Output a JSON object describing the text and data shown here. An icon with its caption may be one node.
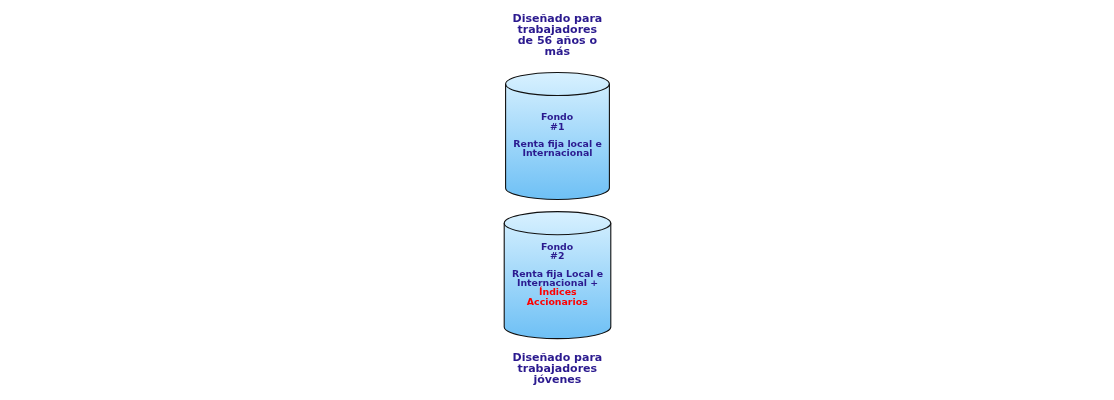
{
  "diagram": {
    "nodes": [
      {
        "text": [
          "Fondo #1",
          "Renta fija local e Internacional"
        ]
      },
      {
        "text": [
          "Fondo #2",
          "Renta fija Local e Internacional +",
          "Índices Accionarios"
        ]
      }
    ],
    "labels": [
      "Diseñado para trabajadores de 56 años o más",
      "Diseñado para trabajadores jóvenes"
    ]
  }
}
